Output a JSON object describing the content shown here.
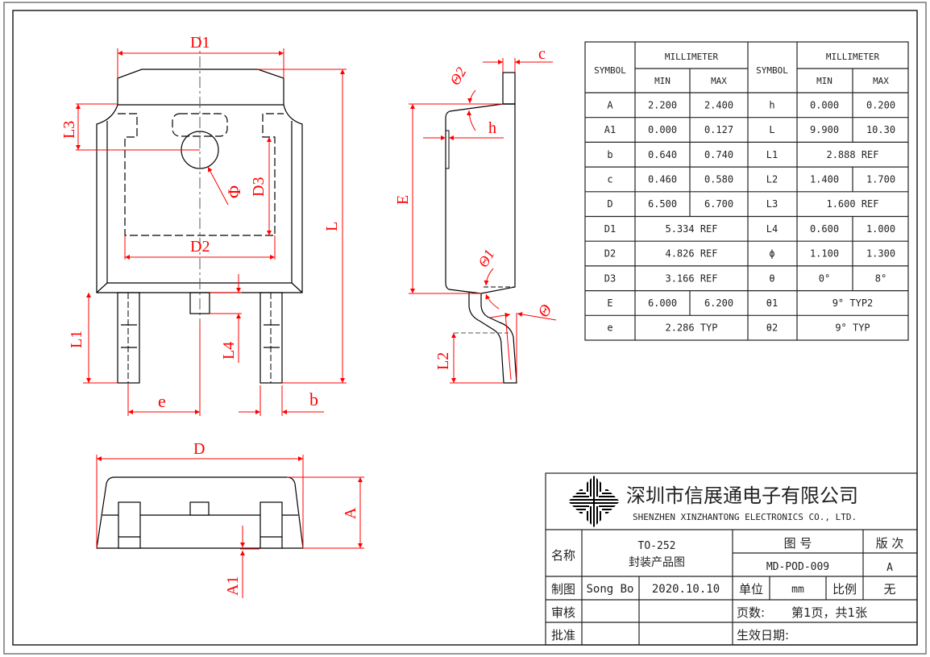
{
  "package": {
    "name": "TO-252",
    "subtitle": "封装产品图"
  },
  "dimension_labels": {
    "top_view": {
      "D1": "D1",
      "D2": "D2",
      "D3": "D3",
      "L": "L",
      "L1": "L1",
      "L3": "L3",
      "L4": "L4",
      "phi": "Φ",
      "e": "e",
      "b": "b"
    },
    "side_view": {
      "c": "c",
      "h": "h",
      "E": "E",
      "L2": "L2",
      "theta": "Θ",
      "theta1": "Θ1",
      "theta2": "Θ2"
    },
    "front_view": {
      "D": "D",
      "A": "A",
      "A1": "A1"
    }
  },
  "dimension_table": {
    "header": {
      "symbol": "SYMBOL",
      "unit": "MILLIMETER",
      "min": "MIN",
      "max": "MAX"
    },
    "left": [
      {
        "symbol": "A",
        "min": "2.200",
        "max": "2.400"
      },
      {
        "symbol": "A1",
        "min": "0.000",
        "max": "0.127"
      },
      {
        "symbol": "b",
        "min": "0.640",
        "max": "0.740"
      },
      {
        "symbol": "c",
        "min": "0.460",
        "max": "0.580"
      },
      {
        "symbol": "D",
        "min": "6.500",
        "max": "6.700"
      },
      {
        "symbol": "D1",
        "span": "5.334 REF"
      },
      {
        "symbol": "D2",
        "span": "4.826 REF"
      },
      {
        "symbol": "D3",
        "span": "3.166 REF"
      },
      {
        "symbol": "E",
        "min": "6.000",
        "max": "6.200"
      },
      {
        "symbol": "e",
        "span": "2.286 TYP"
      }
    ],
    "right": [
      {
        "symbol": "h",
        "min": "0.000",
        "max": "0.200"
      },
      {
        "symbol": "L",
        "min": "9.900",
        "max": "10.30"
      },
      {
        "symbol": "L1",
        "span": "2.888 REF"
      },
      {
        "symbol": "L2",
        "min": "1.400",
        "max": "1.700"
      },
      {
        "symbol": "L3",
        "span": "1.600 REF"
      },
      {
        "symbol": "L4",
        "min": "0.600",
        "max": "1.000"
      },
      {
        "symbol": "ϕ",
        "min": "1.100",
        "max": "1.300"
      },
      {
        "symbol": "θ",
        "min": "0°",
        "max": "8°"
      },
      {
        "symbol": "θ1",
        "span": "9° TYP2"
      },
      {
        "symbol": "θ2",
        "span": "9° TYP"
      }
    ]
  },
  "title_block": {
    "company_cn": "深圳市信展通电子有限公司",
    "company_en": "SHENZHEN XINZHANTONG ELECTRONICS CO., LTD.",
    "logo_icon": "diamond-striped-logo",
    "name_label": "名称",
    "name_value_1": "TO-252",
    "name_value_2": "封装产品图",
    "drawing_no_label": "图 号",
    "drawing_no_value": "MD-POD-009",
    "revision_label": "版 次",
    "revision_value": "A",
    "drawn_label": "制图",
    "drawn_by": "Song Bo",
    "drawn_date": "2020.10.10",
    "unit_label": "单位",
    "unit_value": "mm",
    "scale_label": "比例",
    "scale_value": "无",
    "check_label": "审核",
    "pages_label": "页数:",
    "pages_value": "第1页，共1张",
    "approve_label": "批准",
    "effective_label": "生效日期:"
  },
  "colors": {
    "outline": "#000000",
    "dimension": "#ff0000",
    "frame": "#333333"
  }
}
